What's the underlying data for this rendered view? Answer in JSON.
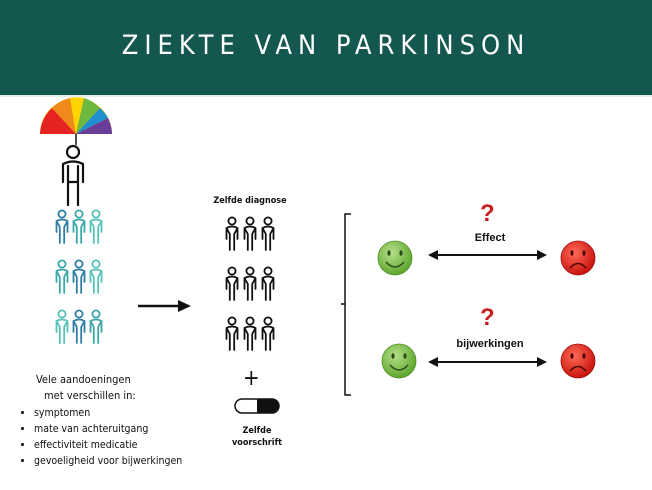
{
  "header": {
    "title": "ZIEKTE VAN PARKINSON",
    "background": "#13574f"
  },
  "left": {
    "intro_line1": "Vele aandoeningen",
    "intro_line2": "met verschillen in:",
    "bullets": [
      "symptomen",
      "mate van achteruitgang",
      "effectiviteit medicatie",
      "gevoeligheid voor bijwerkingen"
    ],
    "people_colors": [
      "#2f7ea6",
      "#3aa7a8",
      "#56c3b8"
    ]
  },
  "middle": {
    "diagnosis_label": "Zelfde diagnose",
    "plus_sign": "+",
    "prescription_label_line1": "Zelfde",
    "prescription_label_line2": "voorschrift"
  },
  "right": {
    "question_mark": "?",
    "effect_label": "Effect",
    "side_effects_label": "bijwerkingen",
    "happy_color": "#7cc242",
    "sad_color": "#e52421"
  },
  "icons": {
    "umbrella": "rainbow-umbrella-icon",
    "person": "person-icon",
    "pill": "pill-capsule-icon",
    "happy": "happy-face-icon",
    "sad": "sad-face-icon"
  }
}
